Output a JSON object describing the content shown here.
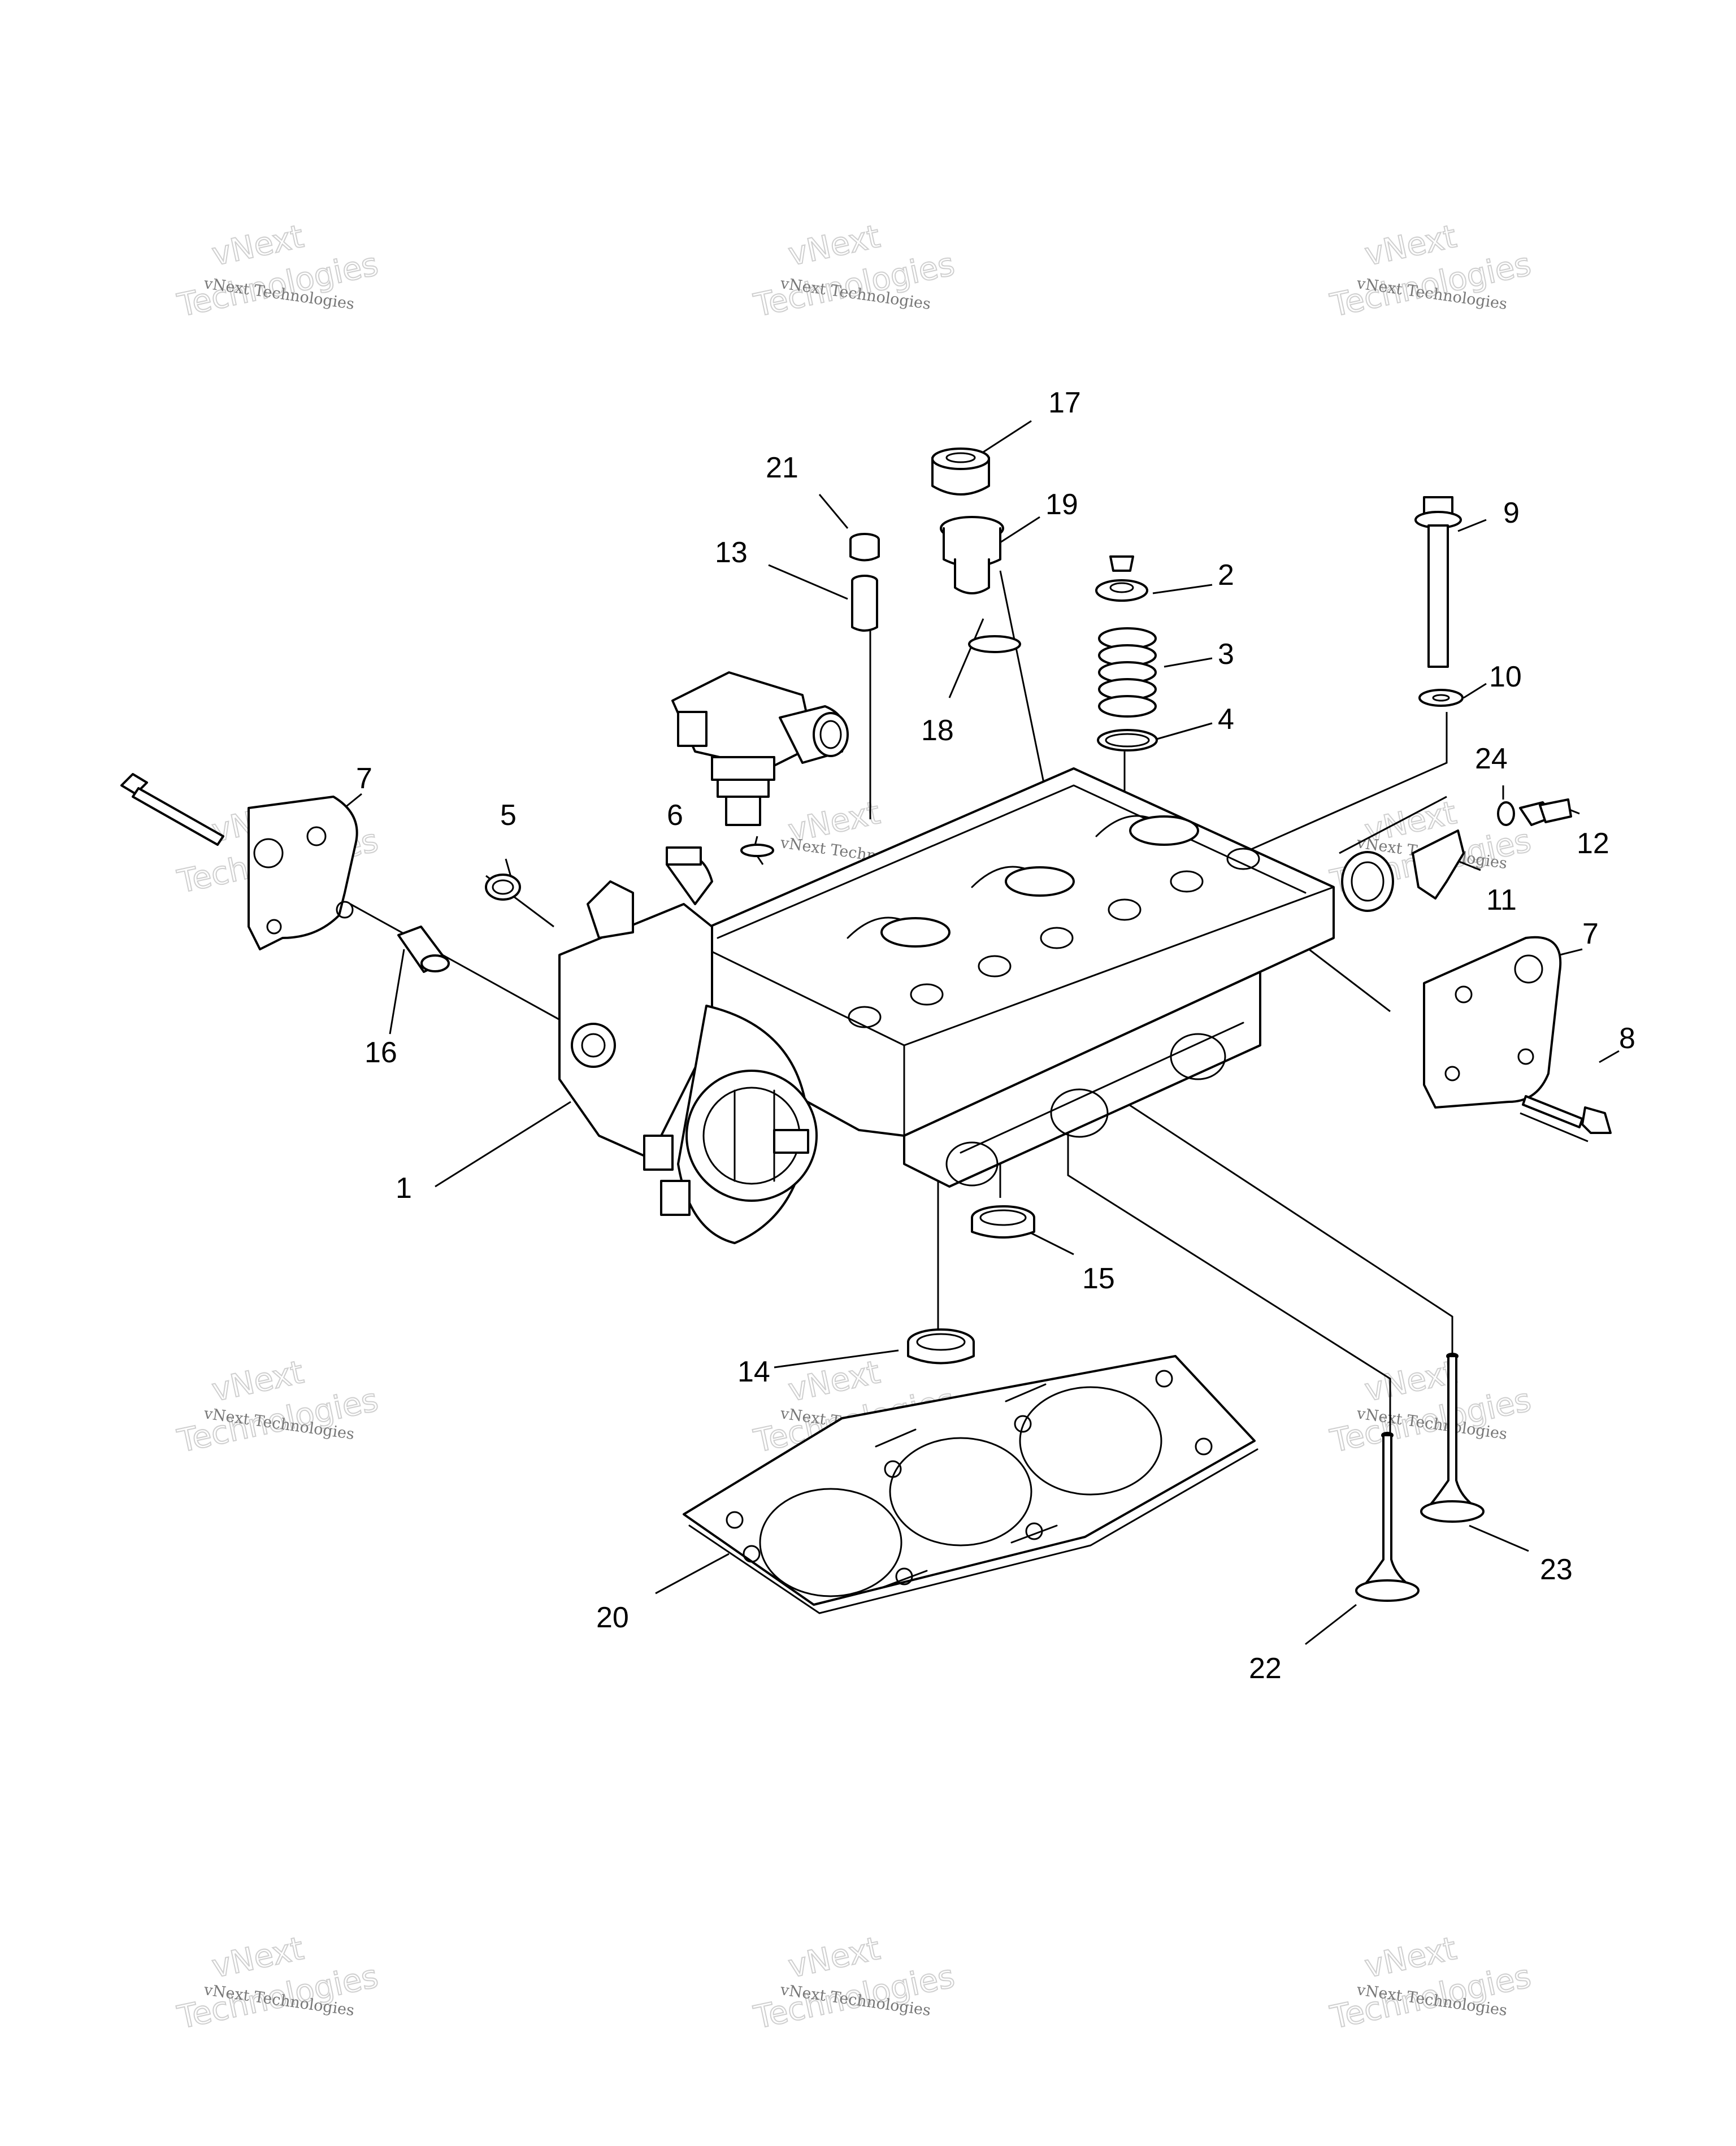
{
  "watermark": {
    "line1": "vNext",
    "line2": "Technologies",
    "small": "vNext Technologies"
  },
  "callouts": {
    "c1": "1",
    "c2": "2",
    "c3": "3",
    "c4": "4",
    "c5": "5",
    "c6": "6",
    "c7": "7",
    "c8": "8",
    "c9": "9",
    "c10": "10",
    "c11": "11",
    "c12": "12",
    "c13": "13",
    "c14": "14",
    "c15": "15",
    "c16": "16",
    "c17": "17",
    "c18": "18",
    "c19": "19",
    "c20": "20",
    "c21": "21",
    "c22": "22",
    "c23": "23",
    "c24": "24"
  },
  "colors": {
    "line": "#000000",
    "background": "#ffffff",
    "watermark": "#777777"
  }
}
